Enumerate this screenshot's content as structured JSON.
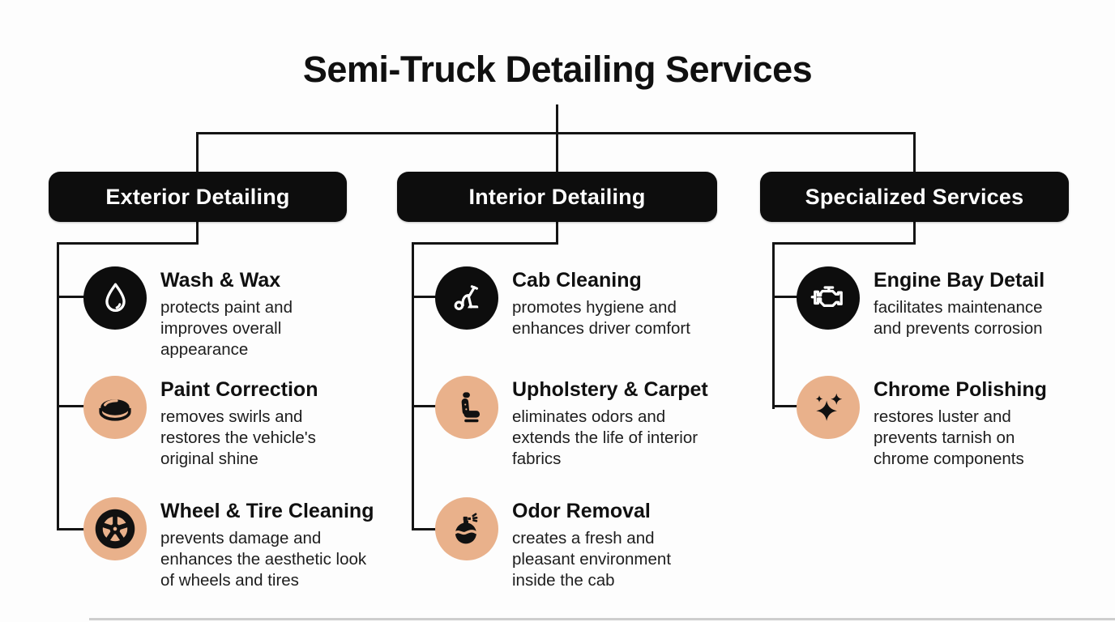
{
  "title": "Semi-Truck Detailing Services",
  "colors": {
    "background": "#fdfdfd",
    "node_black": "#0d0d0d",
    "accent_tan": "#e9b18b",
    "line": "#141414",
    "header_text": "#ffffff",
    "body_text": "#1d1d1d"
  },
  "columns": [
    {
      "header": "Exterior Detailing",
      "items": [
        {
          "icon": "water-drop-icon",
          "badge_style": "dark",
          "title": "Wash & Wax",
          "description": "protects paint and improves overall appearance"
        },
        {
          "icon": "buffing-pad-icon",
          "badge_style": "tan",
          "title": "Paint Correction",
          "description": "removes swirls and restores the vehicle's original shine"
        },
        {
          "icon": "wheel-icon",
          "badge_style": "tan",
          "title": "Wheel & Tire Cleaning",
          "description": "prevents damage and enhances the aesthetic look of wheels and tires"
        }
      ]
    },
    {
      "header": "Interior Detailing",
      "items": [
        {
          "icon": "vacuum-icon",
          "badge_style": "dark",
          "title": "Cab Cleaning",
          "description": "promotes hygiene and enhances driver comfort"
        },
        {
          "icon": "seat-icon",
          "badge_style": "tan",
          "title": "Upholstery & Carpet",
          "description": "eliminates odors and extends the life of interior fabrics"
        },
        {
          "icon": "perfume-spray-icon",
          "badge_style": "tan",
          "title": "Odor Removal",
          "description": "creates a fresh and pleasant environment inside the cab"
        }
      ]
    },
    {
      "header": "Specialized Services",
      "items": [
        {
          "icon": "engine-icon",
          "badge_style": "dark",
          "title": "Engine Bay Detail",
          "description": "facilitates maintenance and prevents corrosion"
        },
        {
          "icon": "sparkles-icon",
          "badge_style": "tan",
          "title": "Chrome Polishing",
          "description": "restores luster and prevents tarnish on chrome components"
        }
      ]
    }
  ]
}
